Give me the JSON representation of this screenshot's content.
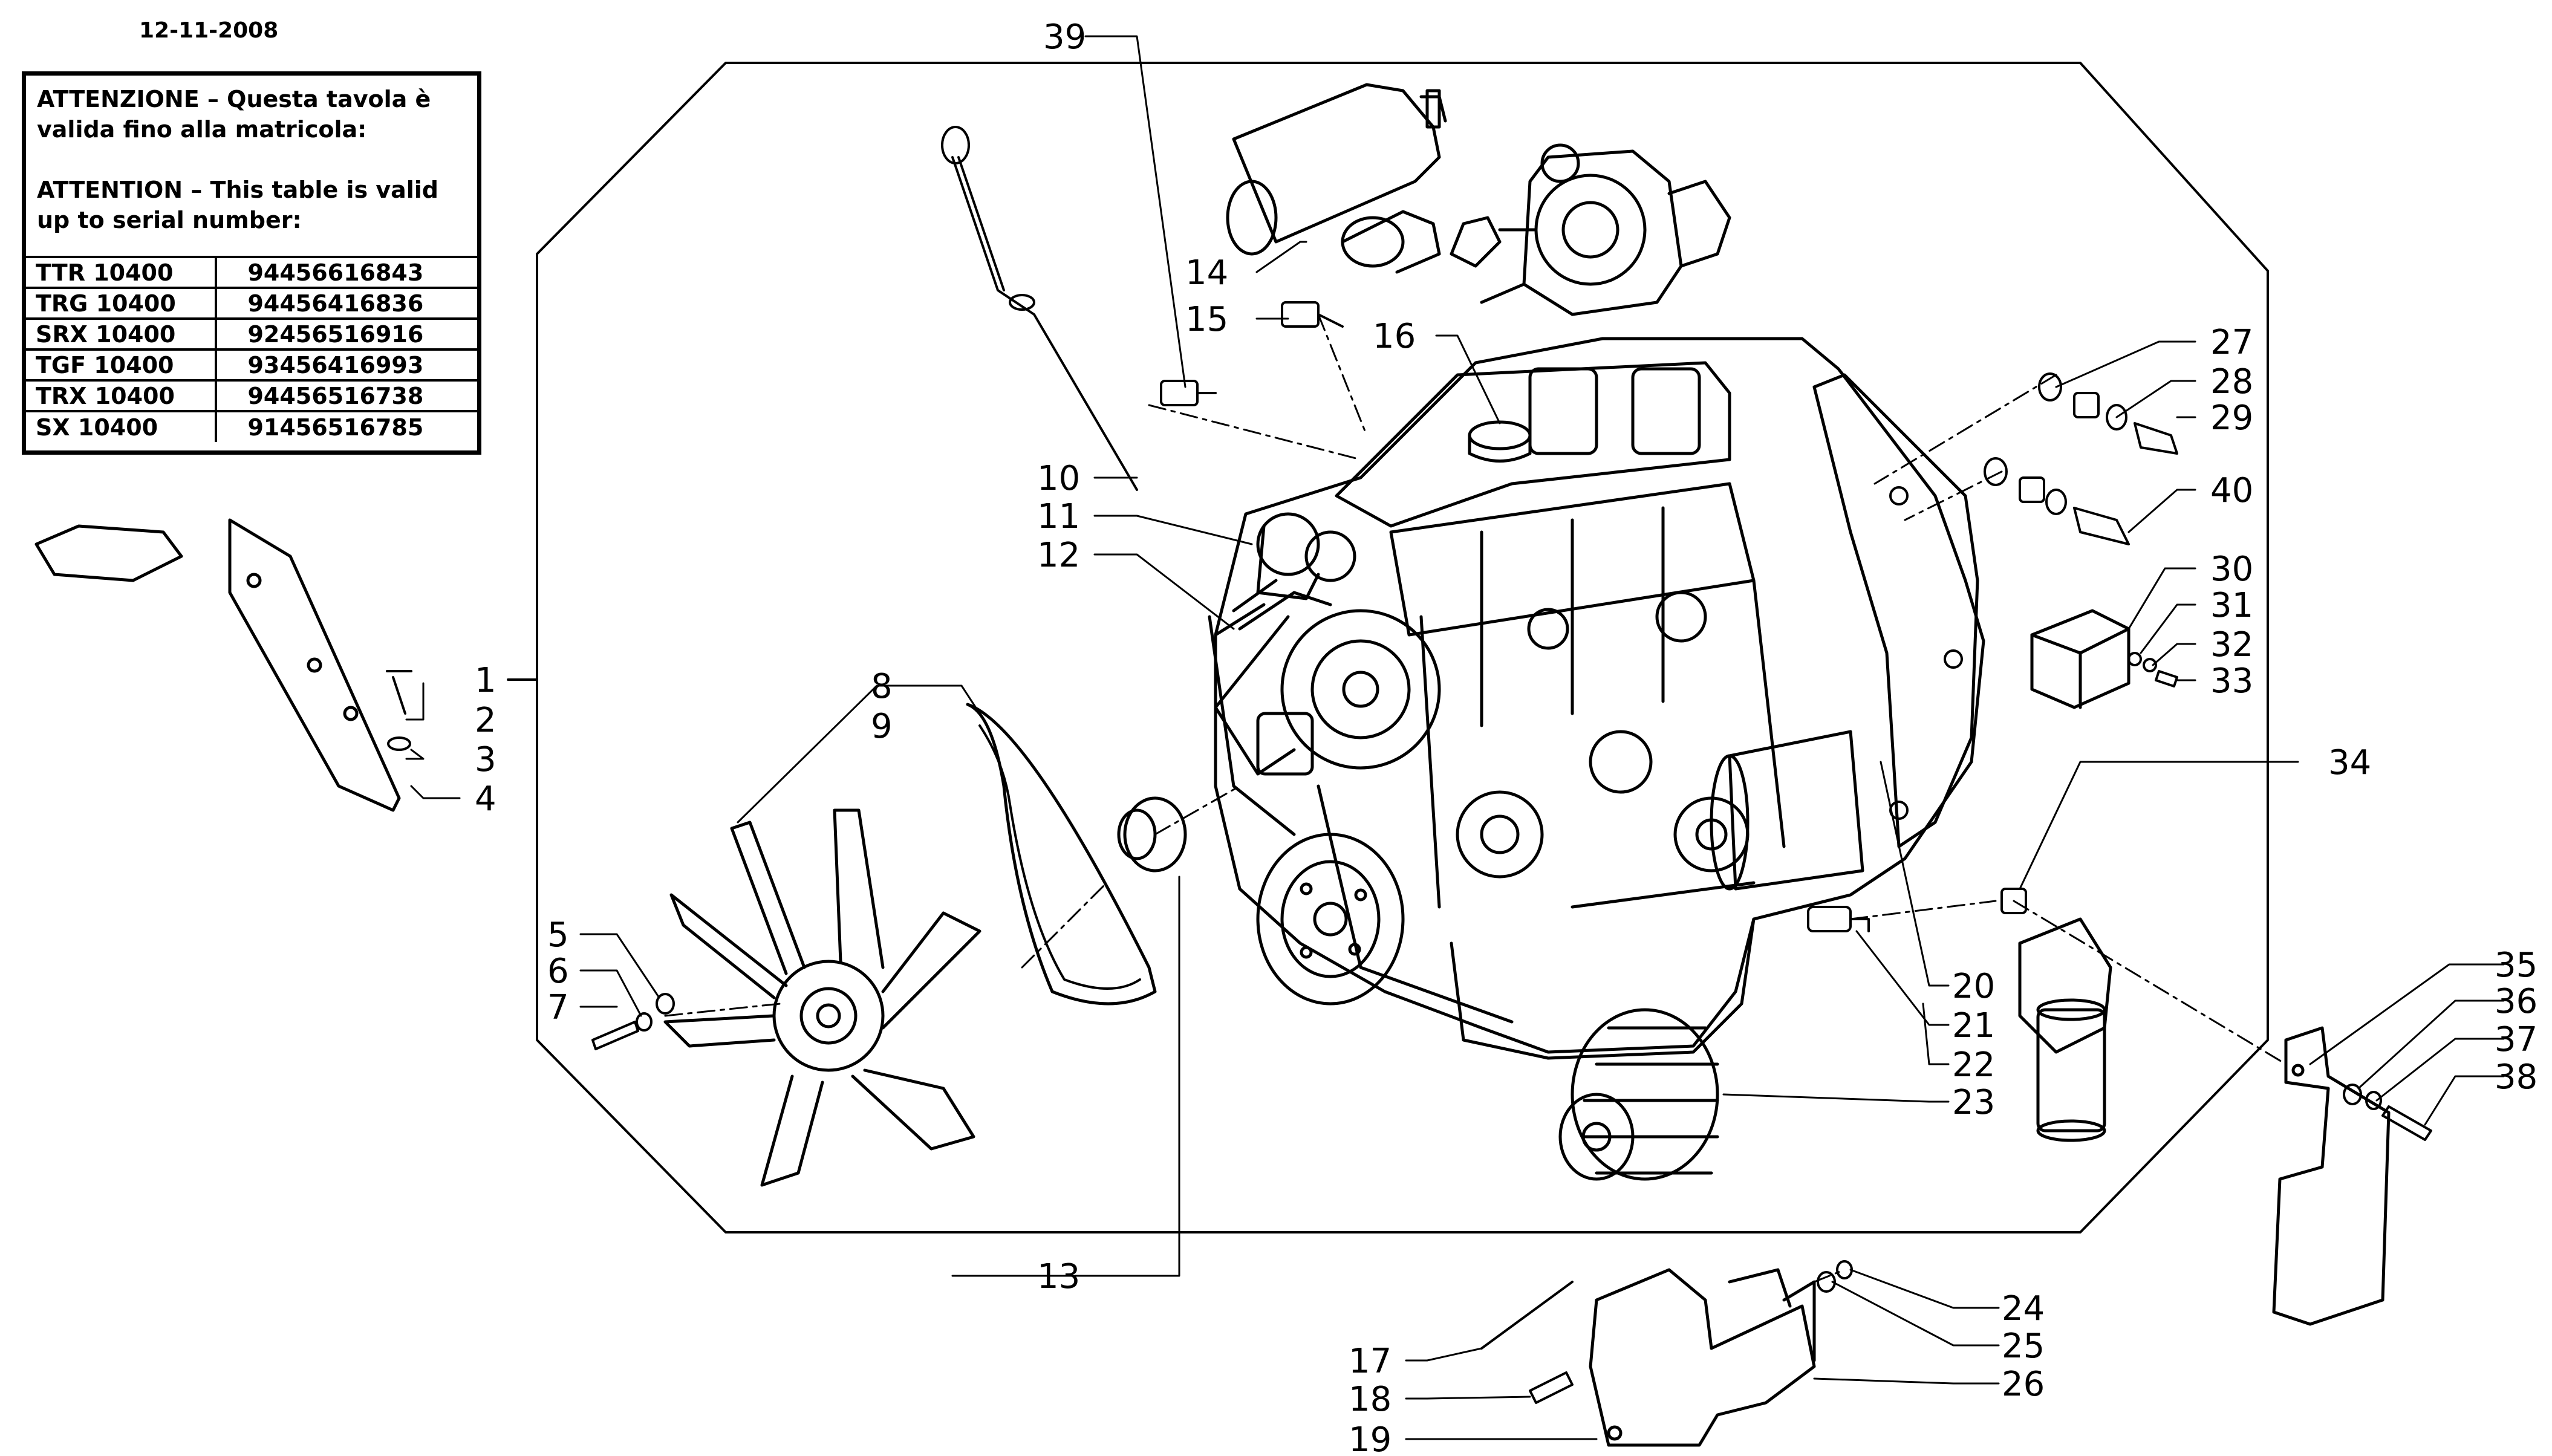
{
  "date": "12-11-2008",
  "notice": {
    "it": "ATTENZIONE – Questa tavola è valida fino alla matricola:",
    "en": "ATTENTION – This table is valid up to serial number:",
    "rows": [
      {
        "model": "TTR 10400",
        "serial": "94456616843"
      },
      {
        "model": "TRG 10400",
        "serial": "94456416836"
      },
      {
        "model": "SRX 10400",
        "serial": "92456516916"
      },
      {
        "model": "TGF 10400",
        "serial": "93456416993"
      },
      {
        "model": "TRX 10400",
        "serial": "94456516738"
      },
      {
        "model": "SX 10400",
        "serial": "91456516785"
      }
    ]
  },
  "callouts": [
    "1",
    "2",
    "3",
    "4",
    "5",
    "6",
    "7",
    "8",
    "9",
    "10",
    "11",
    "12",
    "13",
    "14",
    "15",
    "16",
    "17",
    "18",
    "19",
    "20",
    "21",
    "22",
    "23",
    "24",
    "25",
    "26",
    "27",
    "28",
    "29",
    "30",
    "31",
    "32",
    "33",
    "34",
    "35",
    "36",
    "37",
    "38",
    "39",
    "40"
  ]
}
